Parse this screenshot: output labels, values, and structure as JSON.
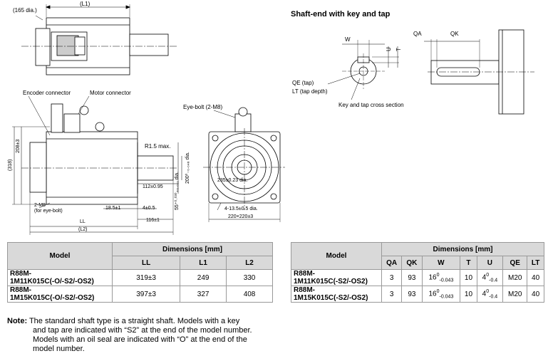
{
  "labels": {
    "dia165": "(165 dia.)",
    "L1": "(L1)",
    "encoder": "Encoder connector",
    "motor": "Motor connector",
    "eyebolt": "Eye-bolt (2-M8)",
    "h208": "208±3",
    "h318": "(318)",
    "r15": "R1.5 max.",
    "dia200": "200⁰₋₀.₀₄₆ dia.",
    "d112": "112±0.95",
    "dia55": "55⁺⁰·⁰³⁰₊₀.₀₁₁ dia.",
    "m8": "2-M8",
    "m8b": "(for eye-bolt)",
    "d185": "18.5±1",
    "d4": "4±0.5",
    "d116": "116±1",
    "LL": "LL",
    "L2": "(L2)",
    "d235": "235±0.23 dia.",
    "holes": "4-13.5±0.5 dia.",
    "sq220": "220×220±3"
  },
  "shaft": {
    "title": "Shaft-end with key and tap",
    "QA": "QA",
    "QK": "QK",
    "W": "W",
    "U": "U",
    "T": "T",
    "QE": "QE (tap)",
    "LT": "LT (tap depth)",
    "cross": "Key and tap cross section"
  },
  "table1": {
    "model_header": "Model",
    "dim_header": "Dimensions [mm]",
    "cols": [
      "LL",
      "L1",
      "L2"
    ],
    "rows": [
      {
        "model1": "R88M-",
        "model2": "1M11K015C(-O/-S2/-OS2)",
        "values": [
          "319±3",
          "249",
          "330"
        ]
      },
      {
        "model1": "R88M-",
        "model2": "1M15K015C(-O/-S2/-OS2)",
        "values": [
          "397±3",
          "327",
          "408"
        ]
      }
    ]
  },
  "table2": {
    "model_header": "Model",
    "dim_header": "Dimensions [mm]",
    "cols": [
      "QA",
      "QK",
      "W",
      "T",
      "U",
      "QE",
      "LT"
    ],
    "rows": [
      {
        "model1": "R88M-",
        "model2": "1M11K015C(-S2/-OS2)",
        "QA": "3",
        "QK": "93",
        "W": "16",
        "W_sup": "0",
        "W_sub": "-0.043",
        "T": "10",
        "U": "4",
        "U_sup": "0",
        "U_sub": "-0.4",
        "QE": "M20",
        "LT": "40"
      },
      {
        "model1": "R88M-",
        "model2": "1M15K015C(-S2/-OS2)",
        "QA": "3",
        "QK": "93",
        "W": "16",
        "W_sup": "0",
        "W_sub": "-0.043",
        "T": "10",
        "U": "4",
        "U_sup": "0",
        "U_sub": "-0.4",
        "QE": "M20",
        "LT": "40"
      }
    ]
  },
  "note": {
    "label": "Note:",
    "line1": " The standard shaft type is a straight shaft. Models with a key",
    "line2": "and tap are indicated with “S2” at the end of the model number.",
    "line3": "Models with an oil seal are indicated with “O” at the end of the",
    "line4": "model number."
  }
}
